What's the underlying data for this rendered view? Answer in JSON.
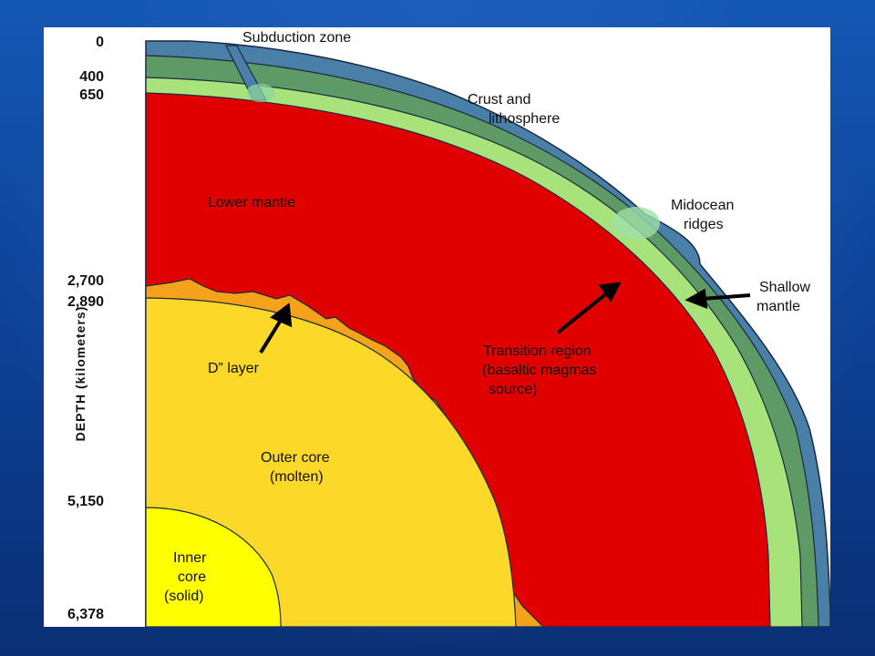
{
  "slide": {
    "background_color": "#0f3d8c",
    "panel_color": "#ffffff"
  },
  "diagram": {
    "axis_title": "DEPTH (kilometers)",
    "depths": [
      "0",
      "400",
      "650",
      "2,700",
      "2,890",
      "5,150",
      "6,378"
    ],
    "labels": {
      "subduction": "Subduction zone",
      "crust_line1": "Crust and",
      "crust_line2": "lithosphere",
      "lower_mantle": "Lower mantle",
      "midocean_line1": "Midocean",
      "midocean_line2": "ridges",
      "shallow_line1": "Shallow",
      "shallow_line2": "mantle",
      "transition_line1": "Transition region",
      "transition_line2": "(basaltic magmas",
      "transition_line3": "source)",
      "dlayer": "D” layer",
      "outer_line1": "Outer core",
      "outer_line2": "(molten)",
      "inner_line1": "Inner",
      "inner_line2": "core",
      "inner_line3": "(solid)"
    },
    "layer_colors": {
      "crust": "#4a7fa8",
      "lithosphere": "#5e9a66",
      "transition": "#a8e27a",
      "lower_mantle": "#e00000",
      "d_layer": "#f7a21b",
      "outer_core": "#fcd928",
      "inner_core": "#ffff00"
    }
  }
}
